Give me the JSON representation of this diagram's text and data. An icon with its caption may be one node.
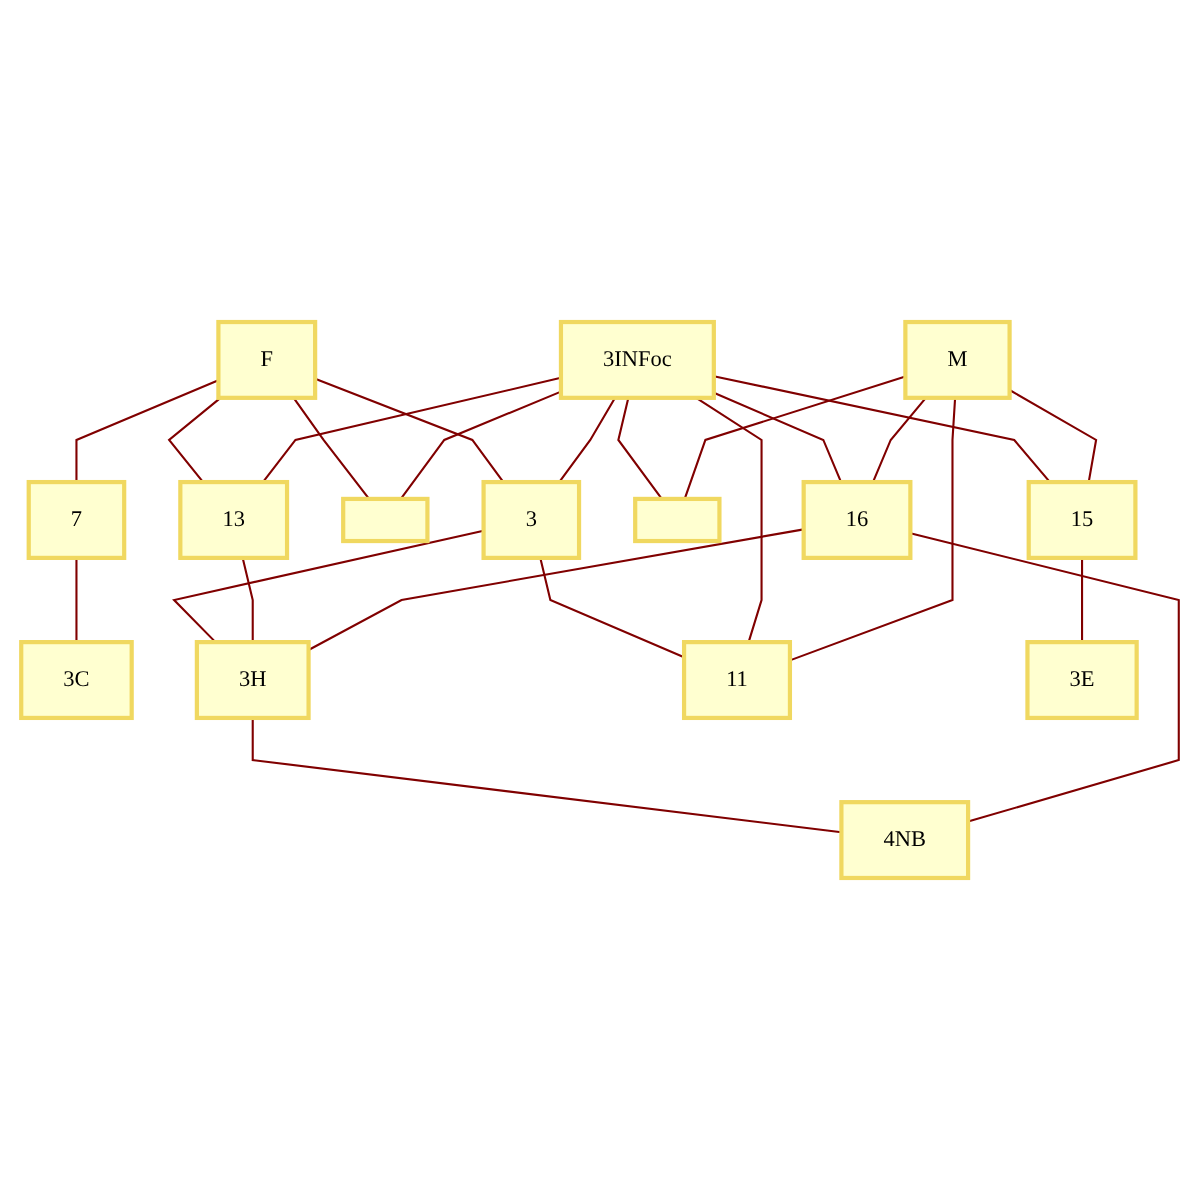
{
  "diagram": {
    "nodes": [
      {
        "text": [
          "F"
        ]
      },
      {
        "text": [
          "3C"
        ]
      },
      {
        "text": [
          "7"
        ]
      },
      {
        "text": [
          "3"
        ]
      },
      {
        "text": [],
        "shape": "box"
      },
      {
        "text": [
          "13"
        ]
      },
      {
        "text": [
          "3H"
        ]
      },
      {
        "text": [
          "4NB"
        ]
      },
      {
        "text": [
          "3INFoc"
        ]
      },
      {
        "text": [
          "11"
        ]
      },
      {
        "text": [],
        "shape": "box"
      },
      {
        "text": [
          "16"
        ]
      },
      {
        "text": [
          "15"
        ]
      },
      {
        "text": [
          "3E"
        ]
      },
      {
        "text": [
          "M"
        ]
      }
    ],
    "edges": [
      {
        "from": 0,
        "to": 3,
        "arrow": "none"
      },
      {
        "from": 0,
        "to": 2,
        "arrow": "none"
      },
      {
        "from": 0,
        "to": 4,
        "arrow": "none"
      },
      {
        "from": 0,
        "to": 5,
        "arrow": "none"
      },
      {
        "from": 2,
        "to": 1,
        "arrow": "none"
      },
      {
        "from": 8,
        "to": 3,
        "arrow": "none"
      },
      {
        "from": 8,
        "to": 4,
        "arrow": "none"
      },
      {
        "from": 8,
        "to": 5,
        "arrow": "none"
      },
      {
        "from": 3,
        "to": 6,
        "arrow": "none"
      },
      {
        "from": 5,
        "to": 6,
        "arrow": "none"
      },
      {
        "from": 6,
        "to": 7,
        "arrow": "none"
      },
      {
        "from": 3,
        "to": 9,
        "arrow": "none"
      },
      {
        "from": 8,
        "to": 9,
        "arrow": "none"
      },
      {
        "from": 8,
        "to": 10,
        "arrow": "none"
      },
      {
        "from": 8,
        "to": 11,
        "arrow": "none"
      },
      {
        "from": 8,
        "to": 12,
        "arrow": "none"
      },
      {
        "from": 11,
        "to": 6,
        "arrow": "none"
      },
      {
        "from": 11,
        "to": 7,
        "arrow": "none"
      },
      {
        "from": 12,
        "to": 13,
        "arrow": "none"
      },
      {
        "from": 14,
        "to": 9,
        "arrow": "none"
      },
      {
        "from": 14,
        "to": 10,
        "arrow": "none"
      },
      {
        "from": 14,
        "to": 11,
        "arrow": "none"
      },
      {
        "from": 14,
        "to": 12,
        "arrow": "none"
      }
    ]
  }
}
